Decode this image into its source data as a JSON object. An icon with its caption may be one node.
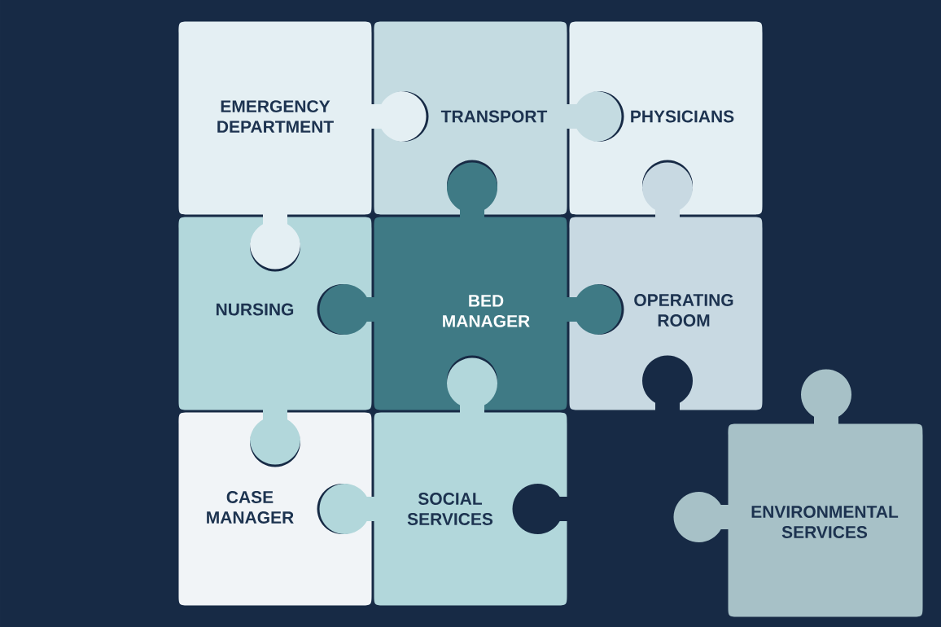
{
  "diagram": {
    "nodes": [
      {
        "text": [
          "EMERGENCY DEPARTMENT"
        ]
      },
      {
        "text": [
          "TRANSPORT"
        ]
      },
      {
        "text": [
          "PHYSICIANS"
        ]
      },
      {
        "text": [
          "NURSING"
        ]
      },
      {
        "text": [
          "BED MANAGER"
        ]
      },
      {
        "text": [
          "OPERATING ROOM"
        ]
      },
      {
        "text": [
          "CASE MANAGER"
        ]
      },
      {
        "text": [
          "SOCIAL SERVICES"
        ]
      },
      {
        "text": [
          "ENVIRONMENTAL SERVICES"
        ]
      }
    ]
  }
}
